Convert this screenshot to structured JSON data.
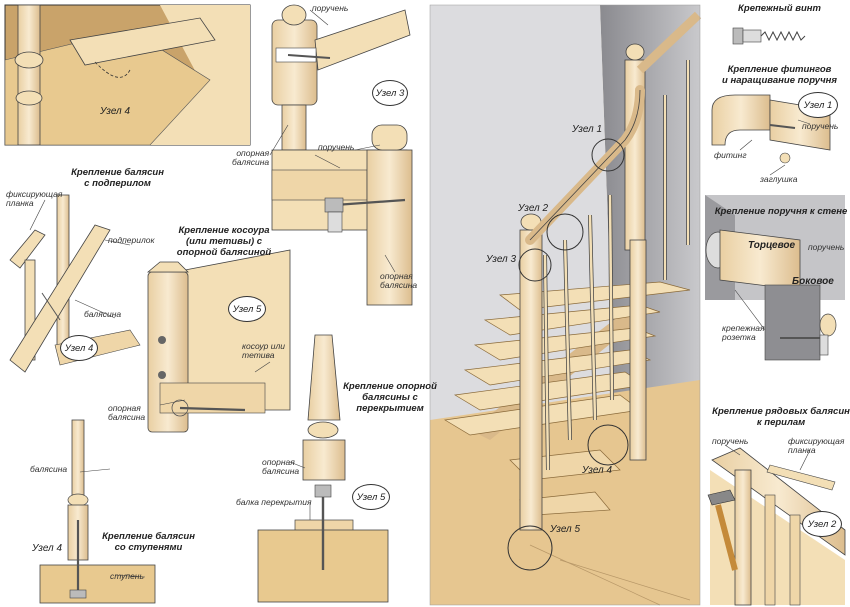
{
  "titles": {
    "t1": "Крепление балясин\nс подперилом",
    "t2": "Крепление косоура\n(или тетивы) с\nопорной балясиной",
    "t3": "Крепление балясин\nсо ступенями",
    "t4": "Крепление опорной\nбалясины с\nперекрытием",
    "t5": "Крепежный винт",
    "t6": "Крепление фитингов\nи наращивание поручня",
    "t7": "Крепление поручня к стене",
    "t8": "Крепление рядовых балясин\nк перилам"
  },
  "nodes": {
    "uzel1": "Узел 1",
    "uzel2": "Узел 2",
    "uzel3": "Узел 3",
    "uzel4": "Узел 4",
    "uzel5": "Узел 5"
  },
  "labels": {
    "poruchen": "поручень",
    "opornaya_balyasina": "опорная\nбалясина",
    "fiksiruyushchaya_planka": "фиксирующая\nпланка",
    "podperilok": "подперилок",
    "balyasina": "балясина",
    "kosour_ili_tetiva": "косоур или\nтетива",
    "stupen": "ступень",
    "balka_perekrytiya": "балка перекрытия",
    "fiting": "фитинг",
    "zaglushka": "заглушка",
    "tortsevoe": "Торцевое",
    "bokovoe": "Боковое",
    "krepezhnaya_rozetka": "крепежная\nрозетка"
  },
  "colors": {
    "wood": "#f3dfb6",
    "wood_dark": "#d9b98a",
    "wall": "#8e8e92",
    "floor": "#e6c690",
    "line": "#333333"
  }
}
